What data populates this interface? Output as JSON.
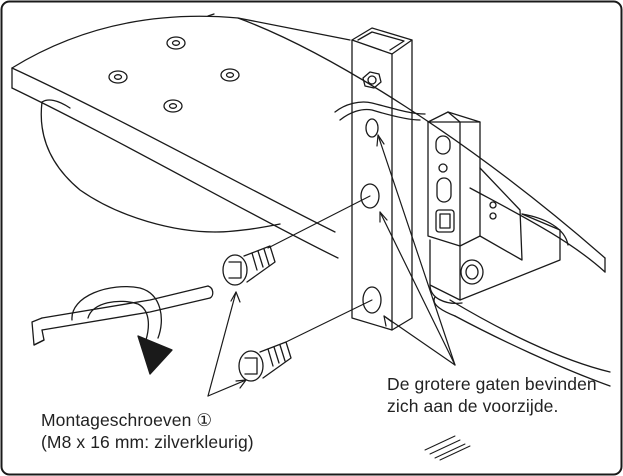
{
  "labels": {
    "right_line1": "De grotere gaten bevinden",
    "right_line2": "zich aan de voorzijde.",
    "left_line1": "Montageschroeven ①",
    "left_line2": "(M8 x 16 mm: zilverkleurig)"
  },
  "colors": {
    "line": "#1a1a1a",
    "background": "#ffffff"
  }
}
